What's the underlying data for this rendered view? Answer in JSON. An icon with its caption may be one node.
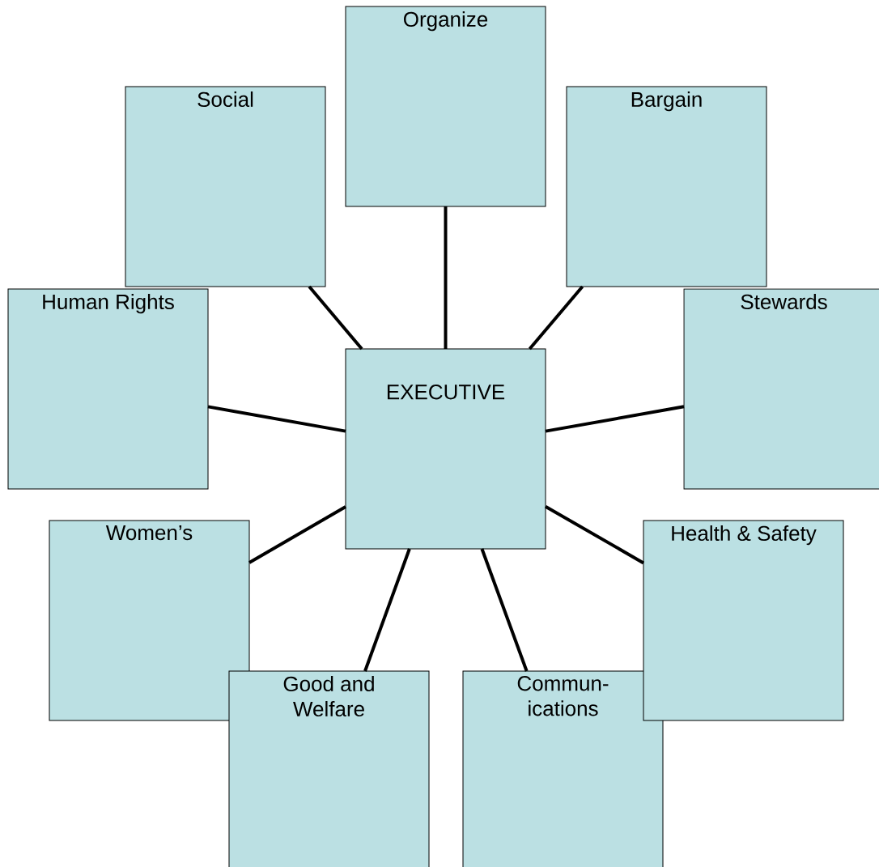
{
  "diagram": {
    "nodes": [
      {
        "text": [
          "Organize"
        ]
      },
      {
        "text": [
          "Social"
        ]
      },
      {
        "text": [
          "Bargain"
        ]
      },
      {
        "text": [
          "Human Rights"
        ]
      },
      {
        "text": [
          "Stewards"
        ]
      },
      {
        "text": [
          "EXECUTIVE"
        ]
      },
      {
        "text": [
          "Women’s"
        ]
      },
      {
        "text": [
          "Health & Safety"
        ]
      },
      {
        "text": [
          "Good and Welfare"
        ]
      },
      {
        "text": [
          "Commun- ications"
        ]
      }
    ],
    "edges": [
      {
        "from": 5,
        "to": 0,
        "arrow": "none"
      },
      {
        "from": 5,
        "to": 1,
        "arrow": "none"
      },
      {
        "from": 5,
        "to": 2,
        "arrow": "none"
      },
      {
        "from": 5,
        "to": 3,
        "arrow": "none"
      },
      {
        "from": 5,
        "to": 4,
        "arrow": "none"
      },
      {
        "from": 5,
        "to": 6,
        "arrow": "none"
      },
      {
        "from": 5,
        "to": 7,
        "arrow": "none"
      },
      {
        "from": 5,
        "to": 8,
        "arrow": "none"
      },
      {
        "from": 5,
        "to": 9,
        "arrow": "none"
      }
    ]
  }
}
